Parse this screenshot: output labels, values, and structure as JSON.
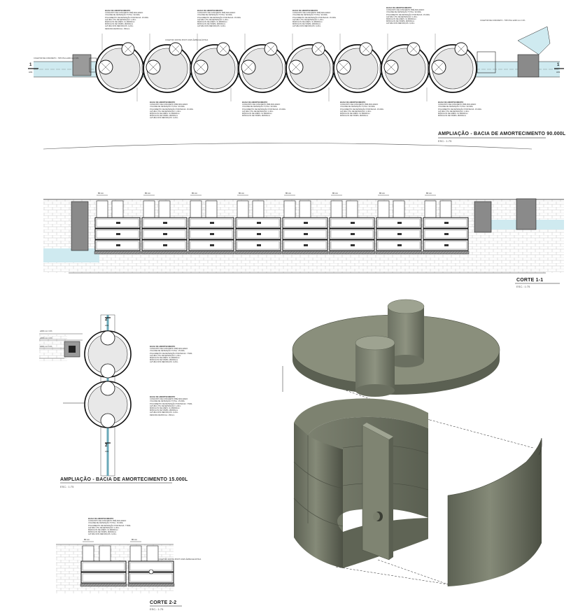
{
  "colors": {
    "line": "#1a1a1a",
    "water": "#cfeaf0",
    "hatch": "#b5b5b5",
    "concrete_light": "#8f9482",
    "concrete_mid": "#6f7464",
    "concrete_dark": "#4e5346",
    "shadow": "#3e4238"
  },
  "plan_90k": {
    "title": "AMPLIAÇÃO - BACIA DE AMORTECIMENTO 90.000L",
    "scale": "ESC.: 1:75",
    "section_mark": "1",
    "section_sub": "A01",
    "notes_top": [
      [
        "BACIA DE AMORTECIMENTO",
        "CONJUNTO DE CONCRETO PRÉ-MOLDADO",
        "VOLUME DE DETENÇÃO TOTAL: 90.000L",
        "POLUIMENTO DE DETENÇÃO POR BACIA: 15.000L",
        "ALTURA ÚTIL DE DETENÇÃO: 1,00m",
        "MÓDULOS DE ANÉIS: 3x Ø2000mm",
        "MÓDULOS DE TAMPA: Ø2000mm",
        "ALTURA DOS REFORÇOS: 0,20m",
        "DESCIDA DE BOCAL: 150mm"
      ],
      [
        "BACIA DE AMORTECIMENTO",
        "CONJUNTO DE CONCRETO PRÉ-MOLDADO",
        "VOLUME DE DETENÇÃO TOTAL: 90.000L",
        "POLUIMENTO DE DETENÇÃO POR BACIA: 15.000L",
        "ALTURA ÚTIL DE DETENÇÃO: 1,00m",
        "MÓDULOS DE ANÉIS: 3x Ø2000mm",
        "MÓDULOS DE TAMPA: Ø2000mm",
        "ALTURA DOS REFORÇOS: 0,20m"
      ],
      [
        "BACIA DE AMORTECIMENTO",
        "CONJUNTO DE CONCRETO PRÉ-MOLDADO",
        "VOLUME DE DETENÇÃO TOTAL: 90.000L",
        "POLUIMENTO DE DETENÇÃO POR BACIA: 15.000L",
        "ALTURA ÚTIL DE DETENÇÃO: 1,00m",
        "MÓDULOS DE ANÉIS: 3x Ø2000mm",
        "MÓDULOS DE TAMPA: Ø2000mm",
        "ALTURA DOS REFORÇOS: 0,20m"
      ],
      [
        "BACIA DE AMORTECIMENTO",
        "CONJUNTO DE CONCRETO PRÉ-MOLDADO",
        "VOLUME DE DETENÇÃO TOTAL: 90.000L",
        "POLUIMENTO DE DETENÇÃO POR BACIA: 15.000L",
        "ALTURA ÚTIL DE DETENÇÃO: 1,00m",
        "MÓDULOS DE ANÉIS: 3x Ø2000mm",
        "MÓDULOS DE TAMPA: Ø2000mm",
        "ALTURA DOS REFORÇOS: 0,20m"
      ]
    ],
    "notes_bottom": [
      [
        "BACIA DE AMORTECIMENTO",
        "CONJUNTO DE CONCRETO PRÉ-MOLDADO",
        "VOLUME DE DETENÇÃO TOTAL: 90.000L",
        "POLUIMENTO DE DETENÇÃO POR BACIA: 15.000L",
        "ALTURA ÚTIL DE DETENÇÃO: 1,00m",
        "MÓDULOS DE ANÉIS: 3x Ø2000mm",
        "MÓDULOS DE TAMPA: Ø2000mm",
        "ALTURA DOS REFORÇOS: 0,20m"
      ],
      [
        "BACIA DE AMORTECIMENTO",
        "CONJUNTO DE CONCRETO PRÉ-MOLDADO",
        "VOLUME DE DETENÇÃO TOTAL: 90.000L",
        "POLUIMENTO DE DETENÇÃO POR BACIA: 15.000L",
        "ALTURA ÚTIL DE DETENÇÃO: 1,00m",
        "MÓDULOS DE ANÉIS: 3x Ø2000mm",
        "MÓDULOS DE TAMPA: Ø2000mm"
      ],
      [
        "BACIA DE AMORTECIMENTO",
        "CONJUNTO DE CONCRETO PRÉ-MOLDADO",
        "VOLUME DE DETENÇÃO TOTAL: 90.000L",
        "POLUIMENTO DE DETENÇÃO POR BACIA: 15.000L",
        "ALTURA ÚTIL DE DETENÇÃO: 1,00m",
        "MÓDULOS DE ANÉIS: 3x Ø2000mm",
        "MÓDULOS DE TAMPA: Ø2000mm"
      ],
      [
        "BACIA DE AMORTECIMENTO",
        "CONJUNTO DE CONCRETO PRÉ-MOLDADO",
        "VOLUME DE DETENÇÃO TOTAL: 90.000L",
        "POLUIMENTO DE DETENÇÃO POR BACIA: 15.000L",
        "ALTURA ÚTIL DE DETENÇÃO: 1,00m",
        "MÓDULOS DE ANÉIS: 3x Ø2000mm",
        "MÓDULOS DE TAMPA: Ø2000mm"
      ]
    ],
    "pipe_labels": [
      "COLETOR JUNTAS PONT COM LÂMINA ELÁSTICA",
      "COLETOR DE CONCRETO - TIPO PA1 ø400 mm i=1%",
      "COLETOR DE CONCRETO - TIPO PA1 ø400 mm i=1%"
    ]
  },
  "section_1": {
    "title": "CORTE 1-1",
    "scale": "ESC.: 1:75",
    "dim_label": "80 cm"
  },
  "plan_15k": {
    "title": "AMPLIAÇÃO - BACIA DE AMORTECIMENTO 15.000L",
    "scale": "ESC.: 1:75",
    "section_mark": "2",
    "section_sub": "A01",
    "pipe_labels": [
      "ø300 mm i=1%",
      "ø300 mm i=1%",
      "ø300 mm i=1%"
    ],
    "notes": [
      [
        "BACIA DE AMORTECIMENTO",
        "CONJUNTO DE CONCRETO PRÉ-MOLDADO",
        "VOLUME DE DETENÇÃO TOTAL: 15.000L",
        "POLUIMENTO DE DETENÇÃO POR BACIA: 7.500L",
        "ALTURA ÚTIL DE DETENÇÃO: 1,00m",
        "MÓDULOS DE ANÉIS: 3x Ø2000mm",
        "MÓDULOS DE TAMPA: Ø2000mm",
        "ALTURA DOS REFORÇOS: 0,20m"
      ],
      [
        "BACIA DE AMORTECIMENTO",
        "CONJUNTO DE CONCRETO PRÉ-MOLDADO",
        "VOLUME DE DETENÇÃO TOTAL: 15.000L",
        "POLUIMENTO DE DETENÇÃO POR BACIA: 7.500L",
        "ALTURA ÚTIL DE DETENÇÃO: 1,00m",
        "MÓDULOS DE ANÉIS: 3x Ø2000mm",
        "MÓDULOS DE TAMPA: Ø2000mm",
        "ALTURA DOS REFORÇOS: 0,20m",
        "DESCIDA DE BOCAL: 150mm"
      ]
    ]
  },
  "section_2": {
    "title": "CORTE 2-2",
    "scale": "ESC.: 1:75",
    "dim_label": "80 cm",
    "pipe_label": "COLETOR JUNTAS PONT COM LÂMINA ELÁSTICA",
    "notes": [
      "BACIA DE AMORTECIMENTO",
      "CONJUNTO DE CONCRETO PRÉ-MOLDADO",
      "VOLUME DE DETENÇÃO TOTAL: 15.000L",
      "POLUIMENTO DE DETENÇÃO POR BACIA: 7.500L",
      "ALTURA ÚTIL DE DETENÇÃO: 1,00m",
      "MÓDULOS DE ANÉIS: 3x Ø2000mm",
      "MÓDULOS DE TAMPA: Ø2000mm",
      "ALTURA DOS REFORÇOS: 0,20m"
    ]
  }
}
